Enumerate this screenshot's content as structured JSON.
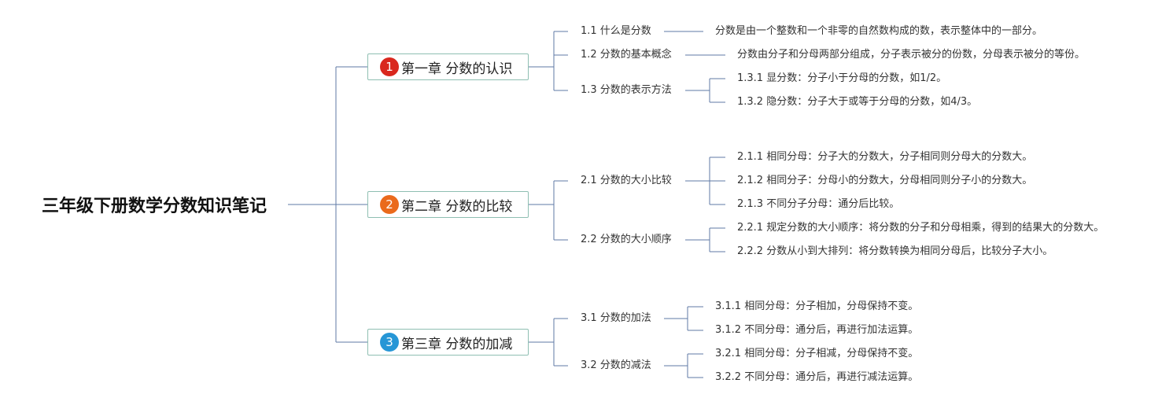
{
  "root": {
    "title": "三年级下册数学分数知识笔记"
  },
  "colors": {
    "line": "#5f7aa6",
    "chapter_border": "#8fbfb2",
    "badge_1": "#d9281e",
    "badge_2": "#ea6a1c",
    "badge_3": "#2696d6"
  },
  "chapters": [
    {
      "badge": "1",
      "title": "第一章 分数的认识",
      "sections": [
        {
          "label": "1.1 什么是分数",
          "detail": "分数是由一个整数和一个非零的自然数构成的数，表示整体中的一部分。"
        },
        {
          "label": "1.2 分数的基本概念",
          "detail": "分数由分子和分母两部分组成，分子表示被分的份数，分母表示被分的等份。"
        },
        {
          "label": "1.3 分数的表示方法",
          "items": [
            "1.3.1 显分数：分子小于分母的分数，如1/2。",
            "1.3.2 隐分数：分子大于或等于分母的分数，如4/3。"
          ]
        }
      ]
    },
    {
      "badge": "2",
      "title": "第二章 分数的比较",
      "sections": [
        {
          "label": "2.1 分数的大小比较",
          "items": [
            "2.1.1 相同分母：分子大的分数大，分子相同则分母大的分数大。",
            "2.1.2 相同分子：分母小的分数大，分母相同则分子小的分数大。",
            "2.1.3 不同分子分母：通分后比较。"
          ]
        },
        {
          "label": "2.2 分数的大小顺序",
          "items": [
            "2.2.1 规定分数的大小顺序：将分数的分子和分母相乘，得到的结果大的分数大。",
            "2.2.2 分数从小到大排列：将分数转换为相同分母后，比较分子大小。"
          ]
        }
      ]
    },
    {
      "badge": "3",
      "title": "第三章 分数的加减",
      "sections": [
        {
          "label": "3.1 分数的加法",
          "items": [
            "3.1.1 相同分母：分子相加，分母保持不变。",
            "3.1.2 不同分母：通分后，再进行加法运算。"
          ]
        },
        {
          "label": "3.2 分数的减法",
          "items": [
            "3.2.1 相同分母：分子相减，分母保持不变。",
            "3.2.2 不同分母：通分后，再进行减法运算。"
          ]
        }
      ]
    }
  ]
}
